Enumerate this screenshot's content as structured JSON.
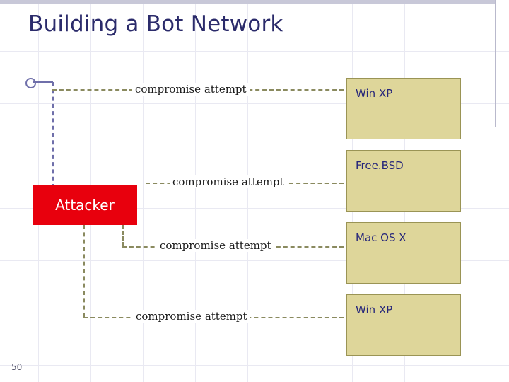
{
  "slide": {
    "title": "Building a Bot Network",
    "page_number": "50",
    "background_color": "#ffffff",
    "grid_color": "#e9e9f2"
  },
  "attacker": {
    "label": "Attacker",
    "fill_color": "#e8000d",
    "text_color": "#ffffff"
  },
  "targets": [
    {
      "label": "Win XP",
      "fill_color": "#ded69a",
      "text_color": "#26267a"
    },
    {
      "label": "Free.BSD",
      "fill_color": "#ded69a",
      "text_color": "#26267a"
    },
    {
      "label": "Mac OS X",
      "fill_color": "#ded69a",
      "text_color": "#26267a"
    },
    {
      "label": "Win XP",
      "fill_color": "#ded69a",
      "text_color": "#26267a"
    }
  ],
  "links": [
    {
      "label": "compromise attempt"
    },
    {
      "label": "compromise attempt"
    },
    {
      "label": "compromise attempt"
    },
    {
      "label": "compromise attempt"
    }
  ]
}
